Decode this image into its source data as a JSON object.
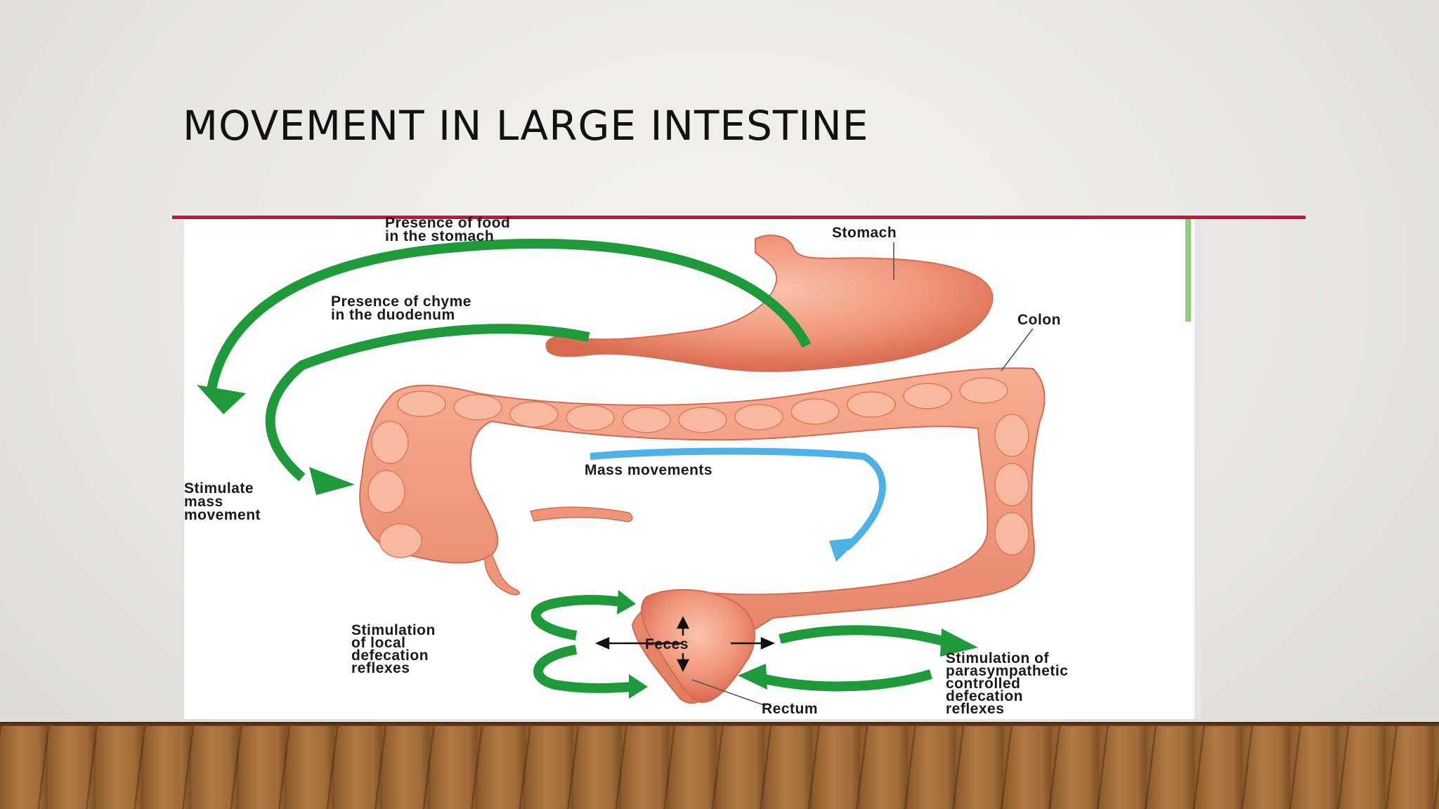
{
  "slide": {
    "title": "MOVEMENT IN LARGE INTESTINE"
  },
  "diagram": {
    "labels": {
      "food_line1": "Presence of food",
      "food_line2": "in the stomach",
      "stomach": "Stomach",
      "chyme_line1": "Presence of chyme",
      "chyme_line2": "in the duodenum",
      "colon": "Colon",
      "stimulate_line1": "Stimulate",
      "stimulate_line2": "mass",
      "stimulate_line3": "movement",
      "mass_movements": "Mass movements",
      "local_line1": "Stimulation",
      "local_line2": "of local",
      "local_line3": "defecation",
      "local_line4": "reflexes",
      "feces": "Feces",
      "rectum": "Rectum",
      "para_line1": "Stimulation of",
      "para_line2": "parasympathetic",
      "para_line3": "controlled",
      "para_line4": "defecation",
      "para_line5": "reflexes"
    },
    "colors": {
      "organ": "#f0957a",
      "organ_dark": "#d9694f",
      "green_arrow": "#1f9a3a",
      "blue_arrow": "#4fb2e6",
      "accent_rule": "#c4143f"
    }
  }
}
